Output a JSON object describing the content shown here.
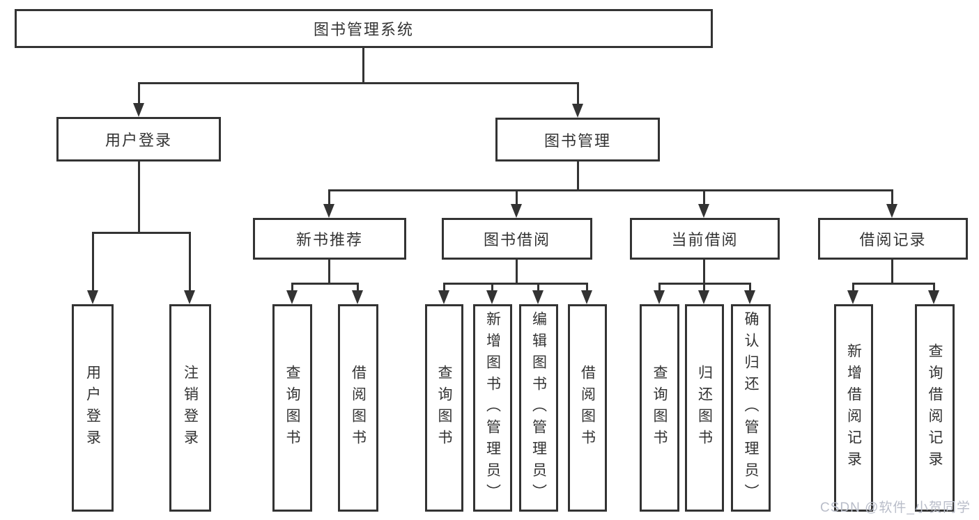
{
  "tree": {
    "label": "图书管理系统",
    "children": [
      {
        "label": "用户登录",
        "children": [
          {
            "label": "用户登录"
          },
          {
            "label": "注销登录"
          }
        ]
      },
      {
        "label": "图书管理",
        "children": [
          {
            "label": "新书推荐",
            "children": [
              {
                "label": "查询图书"
              },
              {
                "label": "借阅图书"
              }
            ]
          },
          {
            "label": "图书借阅",
            "children": [
              {
                "label": "查询图书"
              },
              {
                "label": "新增图书（管理员）"
              },
              {
                "label": "编辑图书（管理员）"
              },
              {
                "label": "借阅图书"
              }
            ]
          },
          {
            "label": "当前借阅",
            "children": [
              {
                "label": "查询图书"
              },
              {
                "label": "归还图书"
              },
              {
                "label": "确认归还（管理员）"
              }
            ]
          },
          {
            "label": "借阅记录",
            "children": [
              {
                "label": "新增借阅记录"
              },
              {
                "label": "查询借阅记录"
              }
            ]
          }
        ]
      }
    ]
  },
  "watermark": {
    "text": "CSDN @软件_小贺同学",
    "color": "#b9bdc9"
  },
  "colors": {
    "line": "#333333",
    "box_border": "#333333",
    "text": "#333333",
    "background": "#ffffff"
  }
}
